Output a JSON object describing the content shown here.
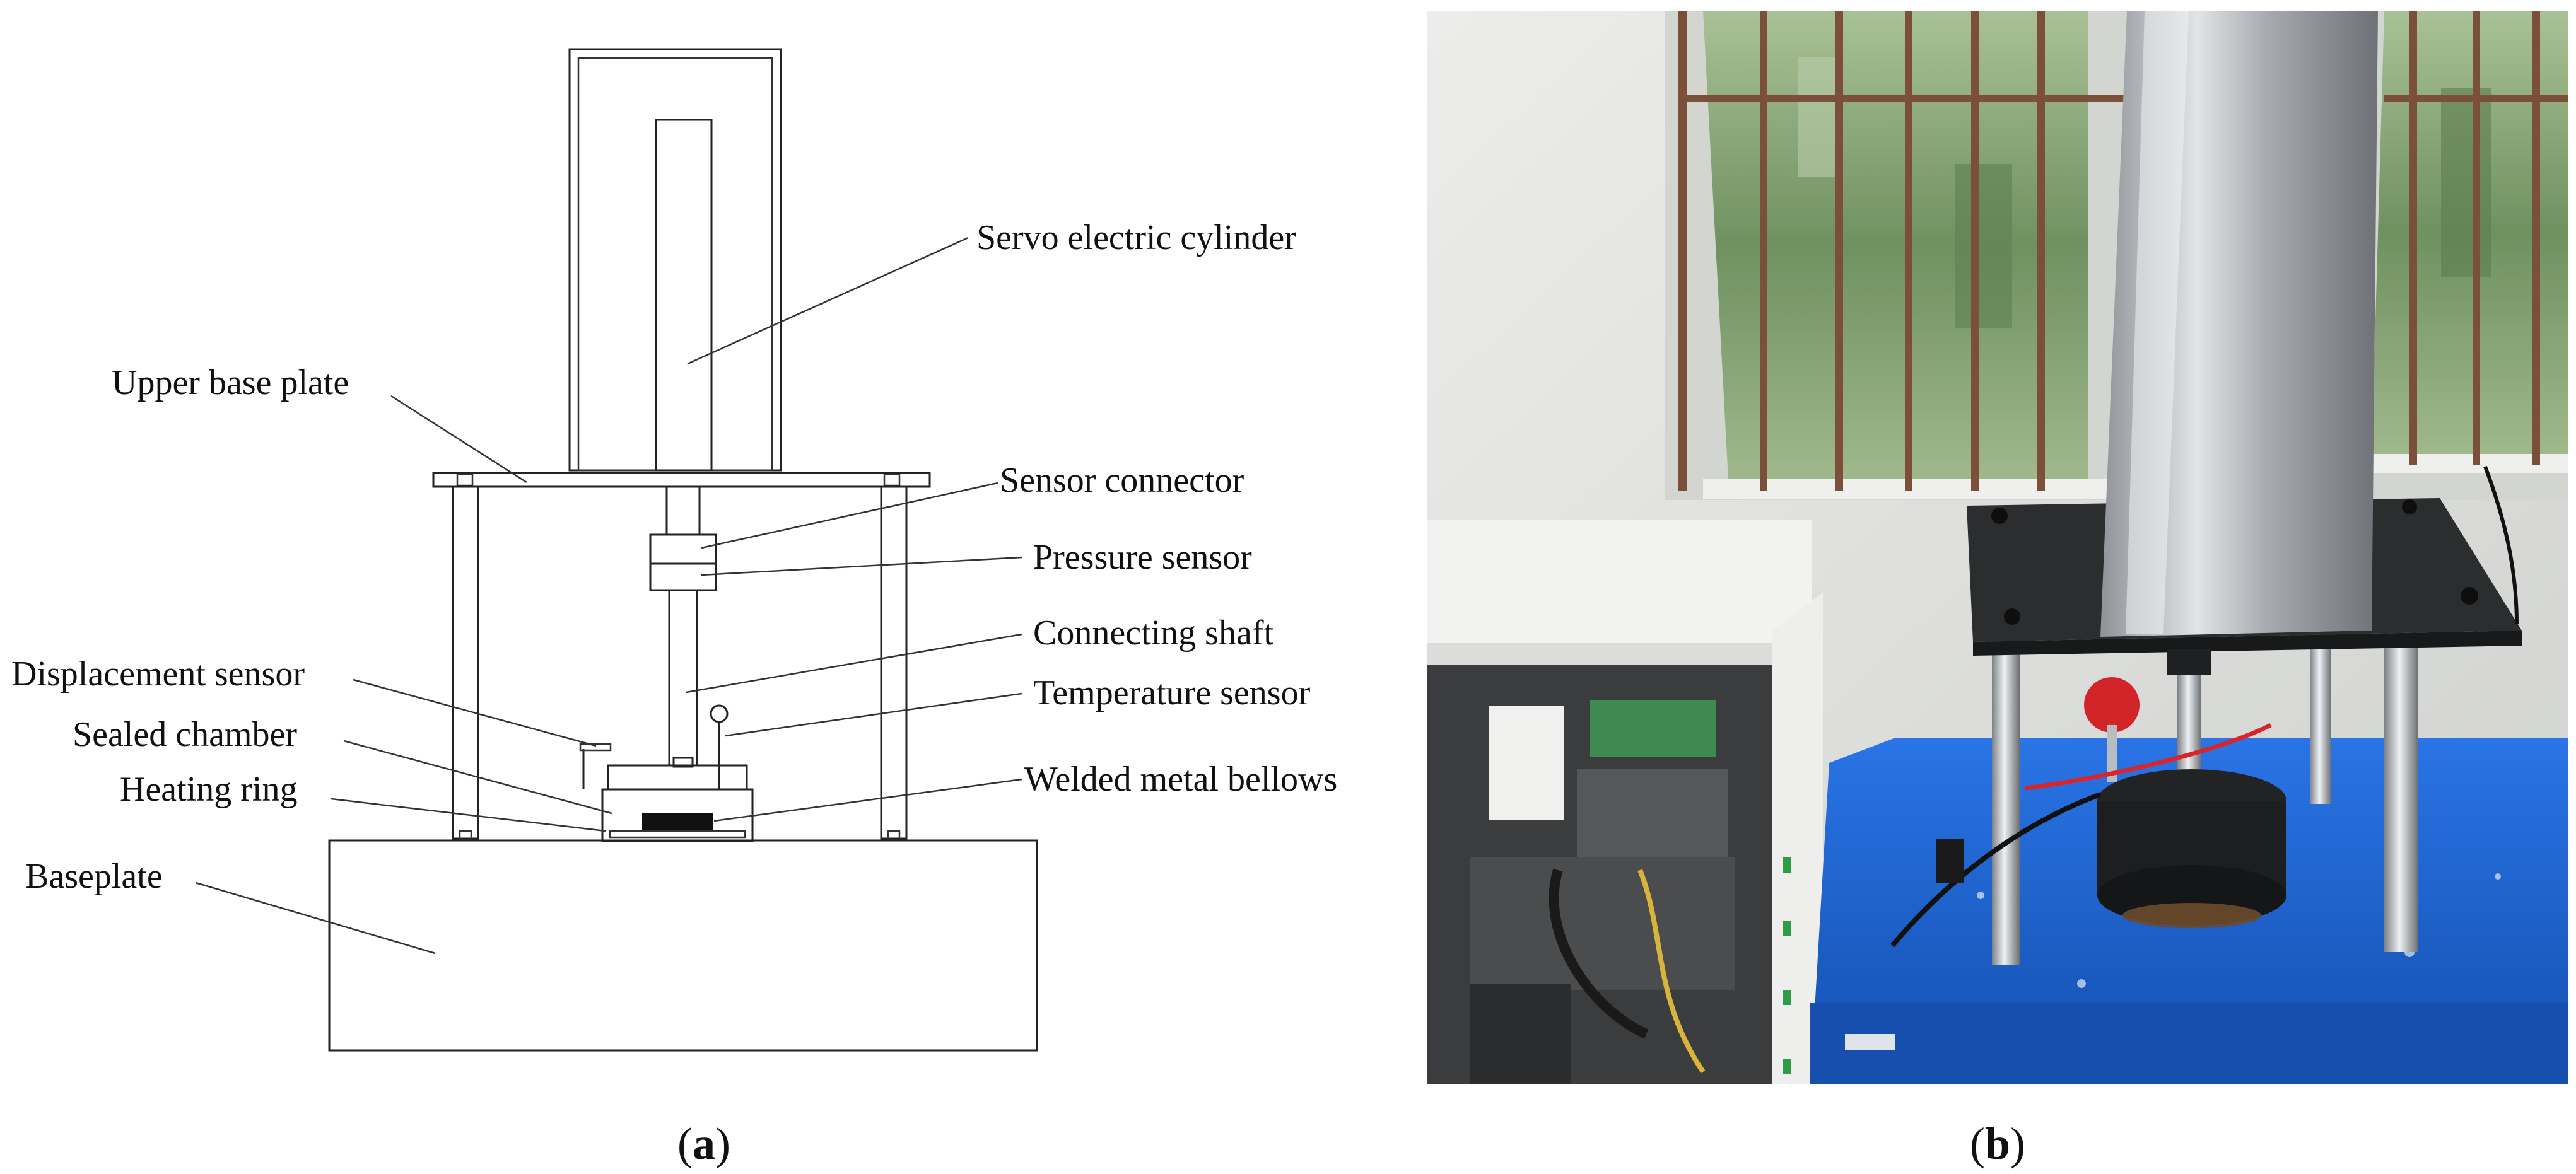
{
  "figure": {
    "panel_a": {
      "labels": {
        "servo_cylinder": "Servo electric cylinder",
        "upper_base_plate": "Upper base plate",
        "sensor_connector": "Sensor connector",
        "pressure_sensor": "Pressure sensor",
        "connecting_shaft": "Connecting shaft",
        "displacement_sensor": "Displacement sensor",
        "temperature_sensor": "Temperature sensor",
        "sealed_chamber": "Sealed chamber",
        "heating_ring": "Heating ring",
        "welded_metal_bellows": "Welded metal bellows",
        "baseplate": "Baseplate"
      },
      "caption": {
        "open": "(",
        "letter": "a",
        "close": ")"
      }
    },
    "panel_b": {
      "caption": {
        "open": "(",
        "letter": "b",
        "close": ")"
      }
    },
    "colors": {
      "line": "#222222",
      "test_bench_blue": "#1f63d1",
      "stainless": "#b9bcc0",
      "foliage": "#7e9f6a",
      "wall": "#e4e5e3"
    }
  }
}
